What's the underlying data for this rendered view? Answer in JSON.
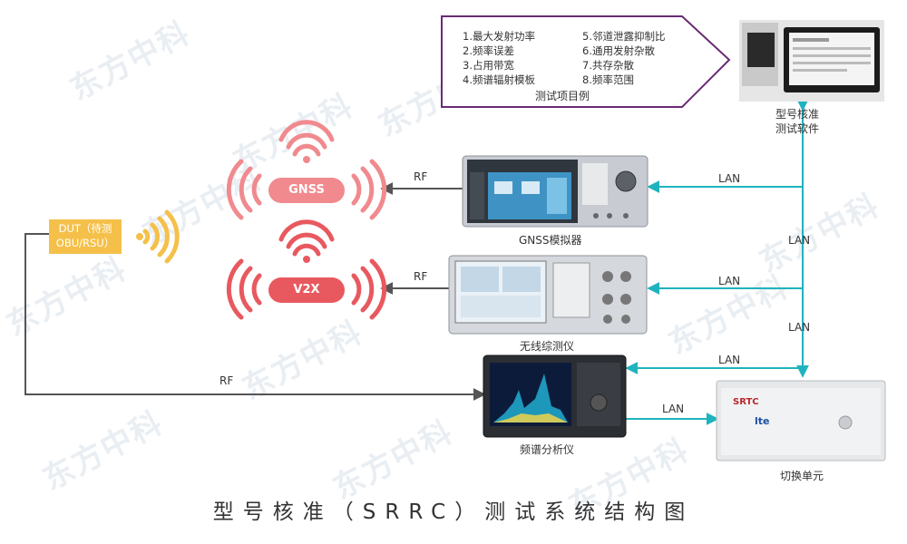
{
  "title": "型号核准（SRRC）测试系统结构图",
  "watermark": "东方中科",
  "test_items": {
    "caption": "测试项目例",
    "left": [
      "1.最大发射功率",
      "2.频率误差",
      "3.占用带宽",
      "4.频谱辐射模板"
    ],
    "right": [
      "5.邻道泄露抑制比",
      "6.通用发射杂散",
      "7.共存杂散",
      "8.频率范围"
    ]
  },
  "software": {
    "line1": "型号核准",
    "line2": "测试软件"
  },
  "dut": {
    "line1": "DUT（待测",
    "line2": "OBU/RSU）"
  },
  "nodes": {
    "gnss": "GNSS",
    "v2x": "V2X"
  },
  "instruments": {
    "gnss_sim": "GNSS模拟器",
    "radio_tester": "无线综测仪",
    "spectrum": "频谱分析仪",
    "switch": "切换单元",
    "switch_brand": "SRTC",
    "switch_logo": "lte"
  },
  "links": {
    "rf1": "RF",
    "rf2": "RF",
    "rf3": "RF",
    "lan1": "LAN",
    "lan2": "LAN",
    "lan3": "LAN",
    "lan4": "LAN",
    "lan5": "LAN",
    "lan6": "LAN"
  },
  "colors": {
    "rf_line": "#555555",
    "lan_line": "#1fb3be",
    "pill": "#e8595f",
    "wave": "#f08a8e",
    "dut": "#f5c04a",
    "test_border": "#6a2b74"
  }
}
